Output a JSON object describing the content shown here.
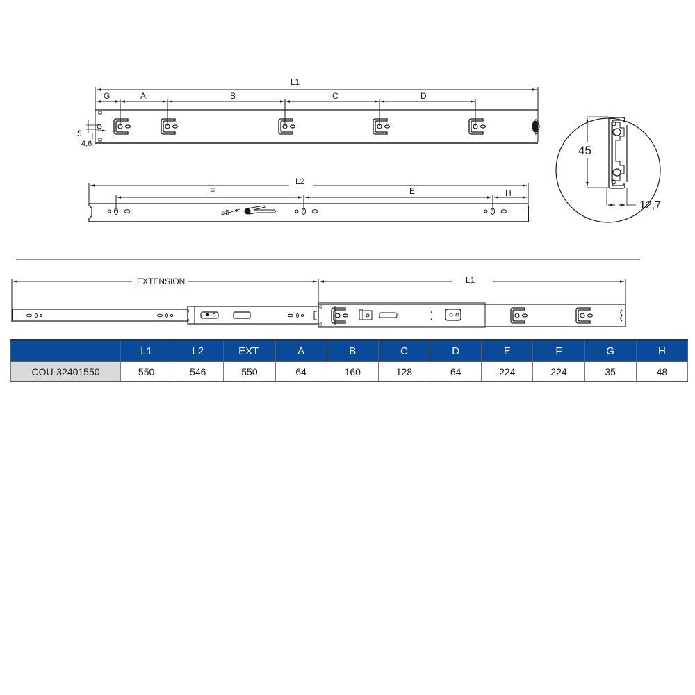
{
  "top_view": {
    "dimension_labels": {
      "L1": "L1",
      "G": "G",
      "A": "A",
      "B": "B",
      "C": "C",
      "D": "D"
    },
    "hole_offset_vertical": "5",
    "hole_offset_horizontal": "4,6"
  },
  "inner_rail_view": {
    "dimension_labels": {
      "L2": "L2",
      "F": "F",
      "E": "E",
      "H": "H"
    },
    "hole_diameter_label": "ø5"
  },
  "cross_section": {
    "height_label": "45",
    "width_label": "12,7"
  },
  "extended_view": {
    "extension_label": "EXTENSION",
    "length_label": "L1"
  },
  "spec_table": {
    "headers": [
      "",
      "L1",
      "L2",
      "EXT.",
      "A",
      "B",
      "C",
      "D",
      "E",
      "F",
      "G",
      "H"
    ],
    "rows": [
      {
        "model": "COU-32401550",
        "values": [
          "550",
          "546",
          "550",
          "64",
          "160",
          "128",
          "64",
          "224",
          "224",
          "35",
          "48"
        ]
      }
    ],
    "header_color": "#0a4a9b",
    "model_cell_color": "#d9d9d9"
  }
}
